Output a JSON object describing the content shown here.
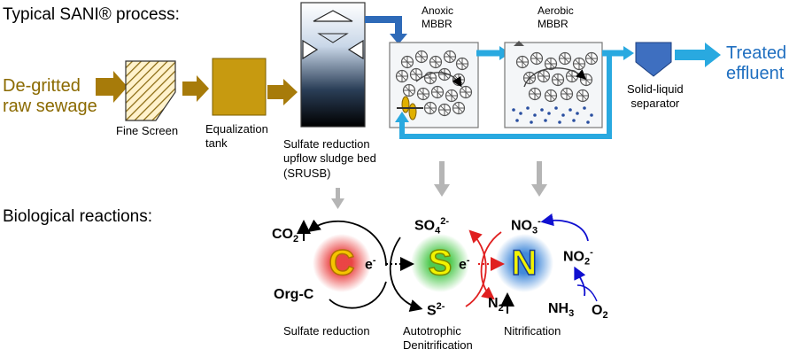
{
  "header": {
    "process_title": "Typical SANI® process:",
    "reactions_title": "Biological reactions:"
  },
  "inlet": {
    "label_line1": "De-gritted",
    "label_line2": "raw sewage"
  },
  "units": {
    "fine_screen": "Fine Screen",
    "equalization_line1": "Equalization",
    "equalization_line2": "tank",
    "srusb_line1": "Sulfate reduction",
    "srusb_line2": "upflow sludge bed",
    "srusb_line3": "(SRUSB)",
    "anoxic_line1": "Anoxic",
    "anoxic_line2": "MBBR",
    "aerobic_line1": "Aerobic",
    "aerobic_line2": "MBBR",
    "separator_line1": "Solid-liquid",
    "separator_line2": "separator"
  },
  "outlet": {
    "label_line1": "Treated",
    "label_line2": "effluent"
  },
  "reactions": {
    "co2": "CO",
    "co2_sub": "2",
    "org_c": "Org-C",
    "so4": "SO",
    "so4_sub": "4",
    "so4_sup": "2-",
    "s2": "S",
    "s2_sup": "2-",
    "no3": "NO",
    "no3_sub": "3",
    "no3_sup": "-",
    "no2": "NO",
    "no2_sub": "2",
    "no2_sup": "-",
    "n2": "N",
    "n2_sub": "2",
    "nh3": "NH",
    "nh3_sub": "3",
    "o2": "O",
    "o2_sub": "2",
    "electron": "e",
    "electron_sup": "-",
    "c_letter": "C",
    "s_letter": "S",
    "n_letter": "N"
  },
  "reaction_labels": {
    "sulfate_reduction": "Sulfate reduction",
    "autotrophic_line1": "Autotrophic",
    "autotrophic_line2": "Denitrification",
    "nitrification": "Nitrification"
  },
  "colors": {
    "brown_arrow": "#a77b0a",
    "tank": "#c79a10",
    "blue_flow": "#29a9e0",
    "blue_dark": "#2e6ab8",
    "c_fill": "#f5c400",
    "c_glow": "#e83030",
    "s_fill": "#f2f200",
    "s_glow": "#3cc43c",
    "n_fill": "#f2f200",
    "n_glow": "#2e7dd6",
    "red_arrow": "#e02020",
    "blue_arrow": "#1010d0"
  }
}
